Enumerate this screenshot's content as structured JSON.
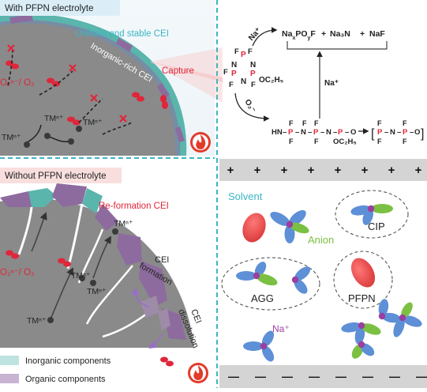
{
  "top_left": {
    "banner": "With PFPN electrolyte",
    "cei_uniform": "Uniform and stable CEI",
    "cei_inorganic": "Inorganic-rich CEI",
    "capture": "Capture",
    "oxygen": "O₂ⁿ⁻/ O₂",
    "tm1": "TMⁿ⁺",
    "tm2": "TMⁿ⁺",
    "tm3": "TMⁿ⁺"
  },
  "bottom_left": {
    "banner": "Without PFPN electrolyte",
    "reformation": "Re-formation  CEI",
    "tm_top": "TMⁿ⁺",
    "oxygen": "O₂ⁿ⁻/ O₂",
    "tm_mid1": "TMⁿ⁺",
    "tm_mid2": "TMⁿ⁺",
    "tm_bottom": "TMⁿ⁺",
    "cei_formation_1": "CEI",
    "cei_formation_2": "formation",
    "cei_dissolution_1": "CEI",
    "cei_dissolution_2": "dissolution",
    "legend_inorganic": "Inorganic components",
    "legend_organic": "Organic components"
  },
  "top_right": {
    "na_plus_top": "Na⁺",
    "products_na": "Na",
    "products_x": "x",
    "products_po": "PO",
    "products_y": "y",
    "products_f": "F",
    "products_plus1": "+",
    "products_na3n": "Na₃N",
    "products_plus2": "+",
    "products_naf": "NaF",
    "na_plus_right": "Na⁺",
    "o2_minus": "O₂⁻",
    "oc2h5": "OC₂H₅",
    "oc2h5_bottom": "OC₂H₅",
    "hn": "HN",
    "atom_P": "P",
    "atom_N": "N",
    "atom_F": "F",
    "atom_O": "O",
    "bond": "–",
    "poly_open": "[",
    "poly_close": "]"
  },
  "bottom_right": {
    "solvent": "Solvent",
    "anion": "Anion",
    "cip": "CIP",
    "agg": "AGG",
    "pfpn": "PFPN",
    "na_plus": "Na⁺",
    "plus_sign": "+",
    "minus_sign": "—"
  },
  "colors": {
    "banner_top": "#dbeef7",
    "banner_bottom": "#f9dede",
    "cathode_gray": "#8a8a8a",
    "inorganic_teal": "#5ab5ad",
    "organic_purple": "#8e6b9e",
    "red_text": "#e0263a",
    "teal_text": "#3bb6c4",
    "anion_green": "#7bc043",
    "solvent_blue": "#5d90d6",
    "pfpn_red": "#ef5050",
    "na_purple": "#9a3fa0",
    "electrode_gray": "#d4d4d4"
  }
}
